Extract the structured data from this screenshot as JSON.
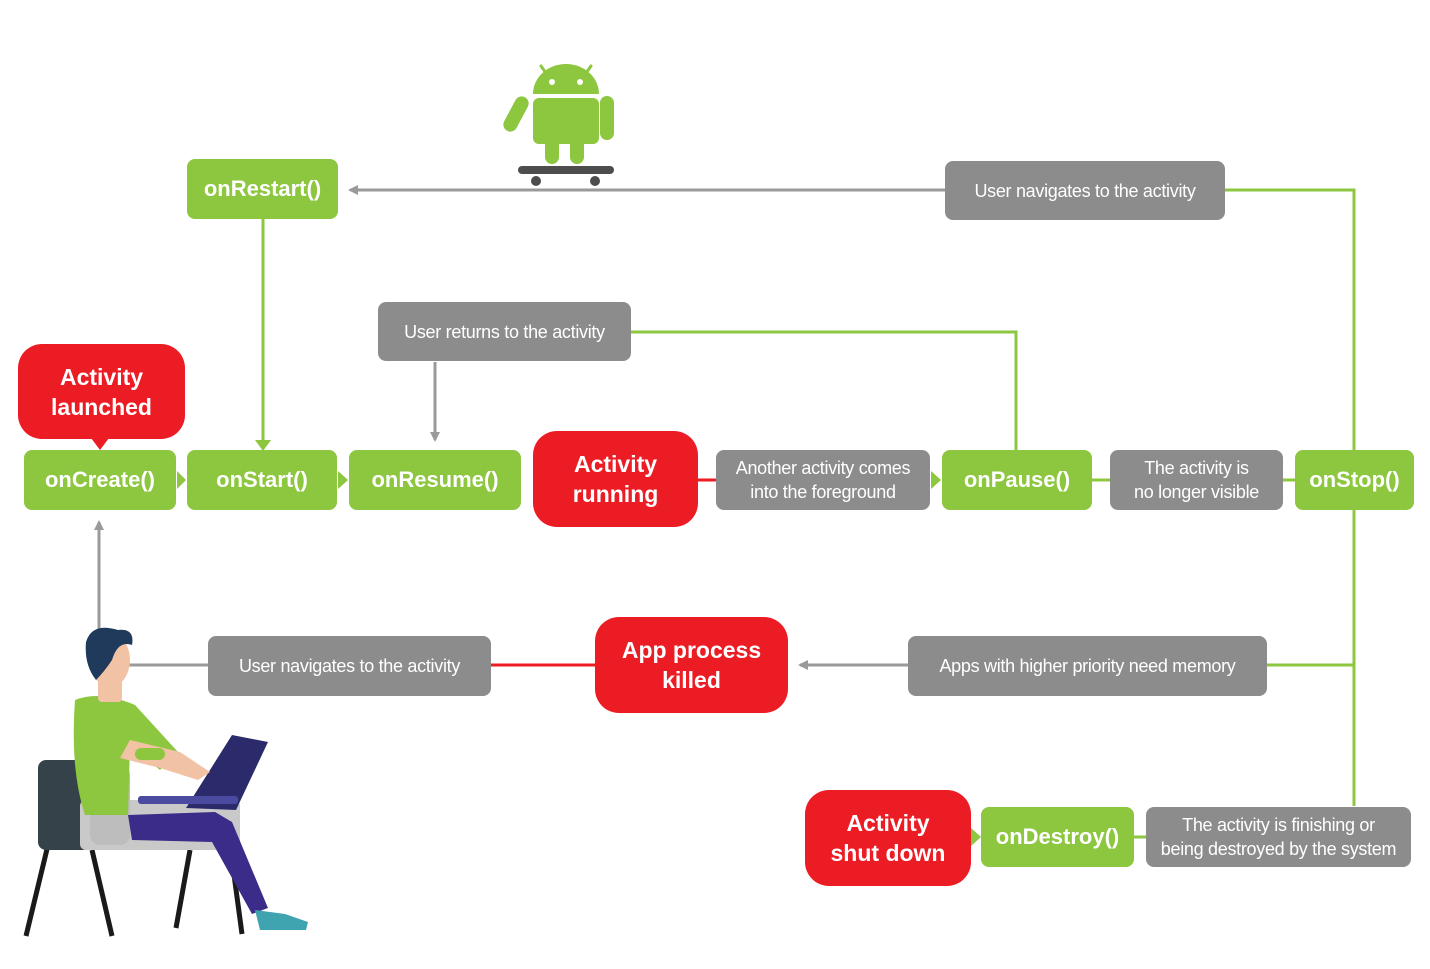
{
  "nodes": {
    "on_restart": "onRestart()",
    "on_create": "onCreate()",
    "on_start": "onStart()",
    "on_resume": "onResume()",
    "on_pause": "onPause()",
    "on_stop": "onStop()",
    "on_destroy": "onDestroy()"
  },
  "states": {
    "activity_launched": "Activity\nlaunched",
    "activity_running": "Activity\nrunning",
    "app_process_killed": "App process\nkilled",
    "activity_shut_down": "Activity\nshut down"
  },
  "events": {
    "user_navigates_restart": "User navigates to the activity",
    "user_returns": "User returns to the activity",
    "another_activity": "Another activity comes\ninto the foreground",
    "no_longer_visible": "The activity is\nno longer visible",
    "higher_priority": "Apps with higher priority  need memory",
    "user_navigates_create": "User navigates to the activity",
    "finishing": "The activity is finishing or\nbeing destroyed by the system"
  },
  "colors": {
    "lifecycle_method": "#8dc63f",
    "event": "#8c8c8c",
    "state": "#ec1c24",
    "green_line": "#8dc63f",
    "gray_line": "#9a9a9a",
    "red_line": "#ec1c24"
  },
  "illustrations": [
    "android-robot-on-skateboard-icon",
    "person-with-laptop-illustration"
  ]
}
